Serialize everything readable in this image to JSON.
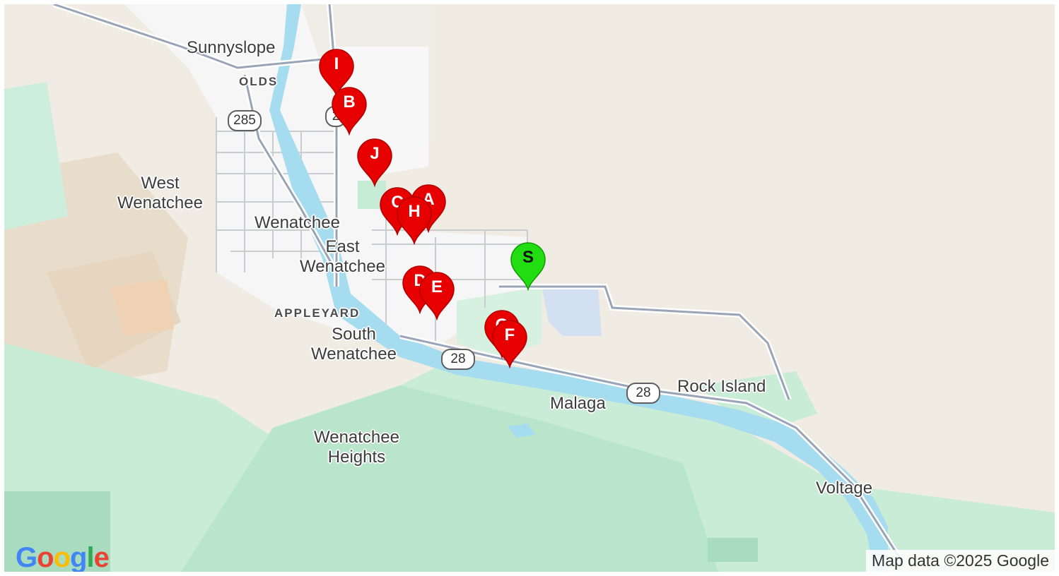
{
  "map": {
    "places": [
      {
        "id": "sunnyslope",
        "text": "Sunnyslope"
      },
      {
        "id": "olds",
        "text": "OLDS"
      },
      {
        "id": "west-wenatchee",
        "text": "West\nWenatchee"
      },
      {
        "id": "wenatchee",
        "text": "Wenatchee"
      },
      {
        "id": "east-wenatchee",
        "text": "East\nWenatchee"
      },
      {
        "id": "appleyard",
        "text": "APPLEYARD"
      },
      {
        "id": "south-wenatchee",
        "text": "South\nWenatchee"
      },
      {
        "id": "rock-island",
        "text": "Rock Island"
      },
      {
        "id": "malaga",
        "text": "Malaga"
      },
      {
        "id": "wenatchee-heights",
        "text": "Wenatchee\nHeights"
      },
      {
        "id": "voltage",
        "text": "Voltage"
      }
    ],
    "route_shields": [
      "285",
      "2",
      "28",
      "28"
    ],
    "markers": [
      "I",
      "B",
      "J",
      "C",
      "A",
      "H",
      "D",
      "E",
      "G",
      "F"
    ],
    "start_marker": "S",
    "marker_color": "#e60000",
    "start_marker_color": "#22dd11",
    "logo": {
      "g1": "G",
      "o1": "o",
      "o2": "o",
      "g2": "g",
      "l": "l",
      "e": "e"
    },
    "attribution": "Map data ©2025 Google"
  }
}
